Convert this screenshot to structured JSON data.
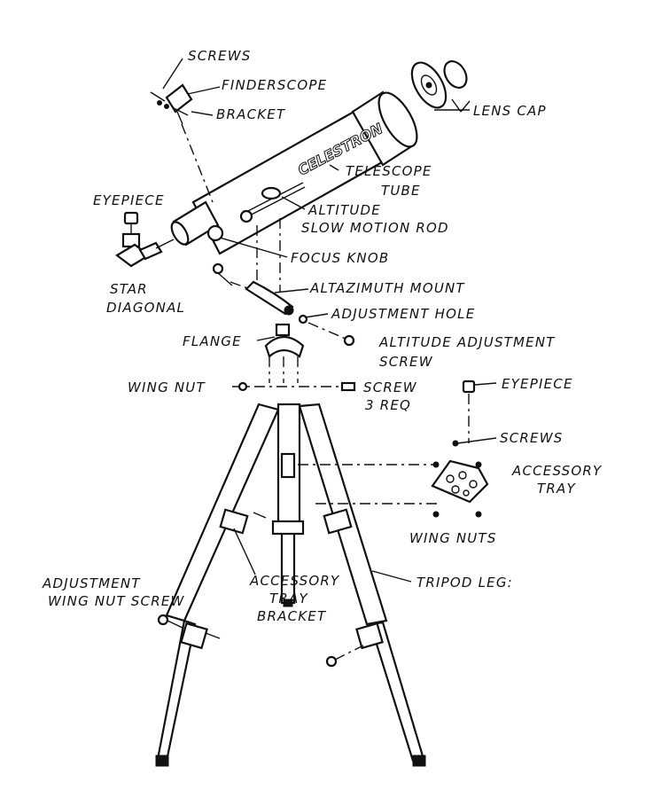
{
  "diagram": {
    "colors": {
      "ink": "#111111",
      "paper": "#ffffff"
    },
    "brand_on_tube": "CELESTRON",
    "labels": {
      "screws_top": "SCREWS",
      "finderscope": "FINDERSCOPE",
      "bracket": "BRACKET",
      "lens_cap": "LENS CAP",
      "telescope_tube_1": "TELESCOPE",
      "telescope_tube_2": "TUBE",
      "eyepiece_left": "EYEPIECE",
      "altitude_1": "ALTITUDE",
      "altitude_2": "SLOW MOTION ROD",
      "focus_knob": "FOCUS KNOB",
      "star_diagonal_1": "STAR",
      "star_diagonal_2": "DIAGONAL",
      "altazimuth_mount": "ALTAZIMUTH MOUNT",
      "adjustment_hole": "ADJUSTMENT HOLE",
      "flange": "FLANGE",
      "altitude_adj_1": "ALTITUDE ADJUSTMENT",
      "altitude_adj_2": "SCREW",
      "wing_nut": "WING NUT",
      "screw_1": "SCREW",
      "screw_2": "3 REQ",
      "eyepiece_right": "EYEPIECE",
      "screws_right": "SCREWS",
      "accessory_tray_1": "ACCESSORY",
      "accessory_tray_2": "TRAY",
      "wing_nuts": "WING NUTS",
      "adj_wing_nut_1": "ADJUSTMENT",
      "adj_wing_nut_2": "WING NUT SCREW",
      "acc_tray_bracket_1": "ACCESSORY",
      "acc_tray_bracket_2": "TRAY",
      "acc_tray_bracket_3": "BRACKET",
      "tripod_leg": "TRIPOD LEG:"
    }
  }
}
